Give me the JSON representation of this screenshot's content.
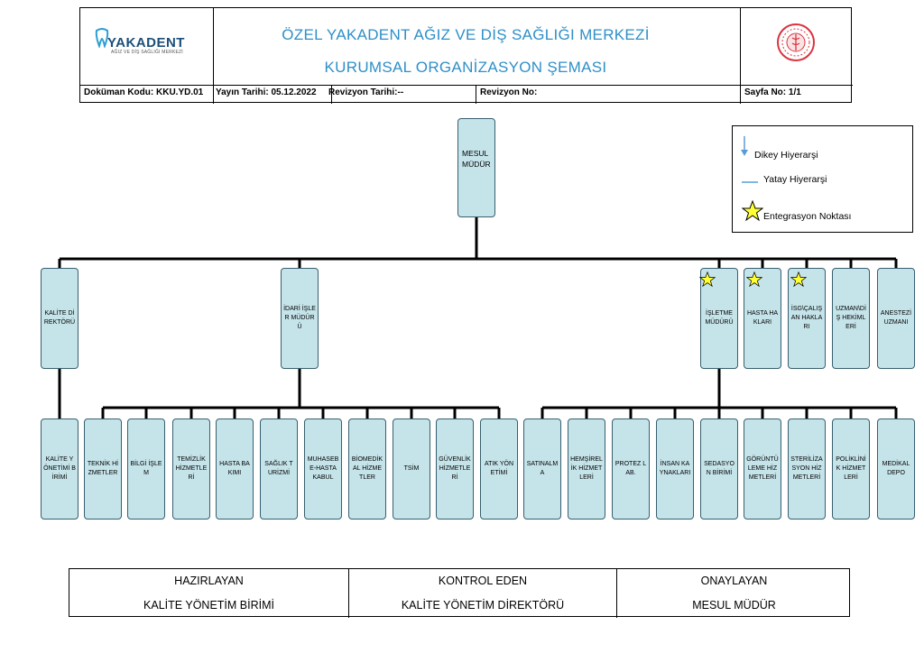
{
  "header": {
    "logo_text": "YAKADENT",
    "logo_sub": "AĞIZ VE DİŞ SAĞLIĞI MERKEZİ",
    "title_line1": "ÖZEL YAKADENT AĞIZ VE DİŞ SAĞLIĞI MERKEZİ",
    "title_line2": "KURUMSAL ORGANİZASYON ŞEMASI",
    "doc_code": "Doküman Kodu: KKU.YD.01",
    "pub_date": "Yayın Tarihi: 05.12.2022",
    "rev_date": "Revizyon Tarihi:--",
    "rev_no": "Revizyon No:",
    "page_no": "Sayfa No: 1/1"
  },
  "chart": {
    "root": "MESUL MÜDÜR",
    "level1": [
      "KALİTE DİREKTÖRÜ",
      "İDARİ İŞLER MÜDÜRÜ",
      "İŞLETME MÜDÜRÜ",
      "HASTA HAKLARI",
      "İSG\\ÇALIŞAN HAKLARI",
      "UZMAN\\DİŞ HEKİMLERİ",
      "ANESTEZİ UZMANI"
    ],
    "level2_kalite": [
      "KALİTE YÖNETİMİ BİRİMİ"
    ],
    "level2_idari": [
      "TEKNİK HİZMETLER",
      "BİLGİ İŞLEM",
      "TEMİZLİK HİZMETLERİ",
      "HASTA BAKIMI",
      "SAĞLIK TURİZMİ",
      "MUHASEBE-HASTA KABUL",
      "BİOMEDİKAL HİZMETLER",
      "TSİM",
      "GÜVENLİK HİZMETLERİ",
      "ATIK YÖNETİMİ"
    ],
    "level2_isletme": [
      "SATINALMA",
      "HEMŞİRELİK HİZMETLERİ",
      "PROTEZ LAB.",
      "İNSAN KAYNAKLARI",
      "SEDASYON BİRİMİ",
      "GÖRÜNTÜLEME HİZMETLERİ",
      "STERİLİZASYON HİZMETLERİ",
      "POLİKLİNİK HİZMETLERİ",
      "MEDİKAL DEPO"
    ],
    "integration_points": [
      "İŞLETME MÜDÜRÜ",
      "HASTA HAKLARI",
      "İSG\\ÇALIŞAN HAKLARI"
    ]
  },
  "legend": {
    "vertical": "Dikey Hiyerarşi",
    "horizontal": "Yatay Hiyerarşi",
    "integration": "Entegrasyon Noktası"
  },
  "footer": [
    {
      "role": "HAZIRLAYAN",
      "name": "KALİTE YÖNETİM BİRİMİ"
    },
    {
      "role": "KONTROL EDEN",
      "name": "KALİTE YÖNETİM DİREKTÖRÜ"
    },
    {
      "role": "ONAYLAYAN",
      "name": "MESUL MÜDÜR"
    }
  ],
  "colors": {
    "node_fill": "#c5e4ea",
    "node_border": "#385f6e",
    "title": "#2e8fc8",
    "star": "#ffff33"
  }
}
